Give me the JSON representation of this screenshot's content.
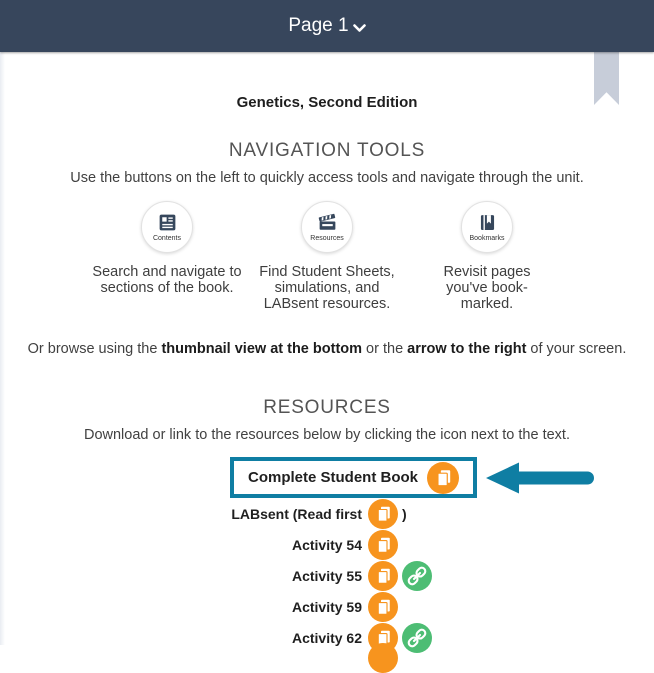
{
  "header": {
    "title": "Page 1"
  },
  "book_title": "Genetics, Second Edition",
  "navigation": {
    "heading": "NAVIGATION TOOLS",
    "subtitle": "Use the buttons on the left to quickly access tools and navigate through the unit.",
    "tools": [
      {
        "label": "Contents",
        "icon": "contents-icon",
        "description": "Search and navigate to sections of the book."
      },
      {
        "label": "Resources",
        "icon": "resources-icon",
        "description": "Find Student Sheets, simulations, and LABsent resources."
      },
      {
        "label": "Bookmarks",
        "icon": "bookmarks-icon",
        "description": "Revisit pages you've book-marked."
      }
    ],
    "browse_line": {
      "prefix": "Or browse using the ",
      "bold1": "thumbnail view at the bottom",
      "middle": " or the ",
      "bold2": "arrow to the right",
      "suffix": " of your screen."
    }
  },
  "resources": {
    "heading": "RESOURCES",
    "subtitle": "Download or link to the resources below by clicking the icon next to the text.",
    "items": [
      {
        "label": "Complete Student Book",
        "icons": [
          "document-download"
        ],
        "highlighted": true
      },
      {
        "label_before": "LABsent (Read first ",
        "label_after": ")",
        "icons": [
          "document-download"
        ]
      },
      {
        "label": "Activity 54",
        "icons": [
          "document-download"
        ]
      },
      {
        "label": "Activity 55",
        "icons": [
          "document-download",
          "external-link"
        ]
      },
      {
        "label": "Activity 59",
        "icons": [
          "document-download"
        ]
      },
      {
        "label": "Activity 62",
        "icons": [
          "document-download",
          "external-link"
        ]
      }
    ],
    "partial_next_item_icon": "document-download"
  },
  "icons": {
    "chevron-down-icon": "⌄ glyph, white, in page selector",
    "bookmark-ribbon": "gray ribbon with notched bottom, top right",
    "contents-icon": "navy document with list lines",
    "resources-icon": "navy clapperboard",
    "bookmarks-icon": "navy book with bookmark",
    "document-download-icon": "white stacked pages in orange circle",
    "external-link-icon": "white chain link in green circle",
    "annotation-arrow": "teal left-pointing arrow"
  },
  "colors": {
    "header_bg": "#37465c",
    "highlight_teal": "#0f7ea3",
    "badge_orange": "#f7941e",
    "badge_green": "#4dbd74",
    "ribbon_gray": "#c7cdd9"
  }
}
